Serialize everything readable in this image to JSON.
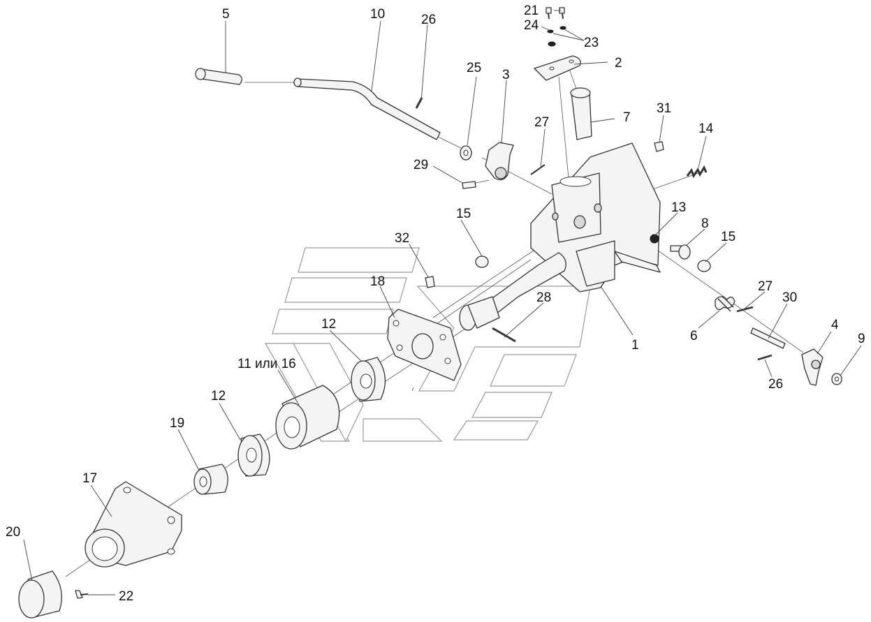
{
  "diagram": {
    "type": "exploded-parts-view",
    "callouts": [
      {
        "id": "c5",
        "text": "5"
      },
      {
        "id": "c10",
        "text": "10"
      },
      {
        "id": "c26a",
        "text": "26"
      },
      {
        "id": "c21",
        "text": "21"
      },
      {
        "id": "c24",
        "text": "24"
      },
      {
        "id": "c23",
        "text": "23"
      },
      {
        "id": "c2",
        "text": "2"
      },
      {
        "id": "c25",
        "text": "25"
      },
      {
        "id": "c3",
        "text": "3"
      },
      {
        "id": "c7",
        "text": "7"
      },
      {
        "id": "c31",
        "text": "31"
      },
      {
        "id": "c27a",
        "text": "27"
      },
      {
        "id": "c14",
        "text": "14"
      },
      {
        "id": "c29",
        "text": "29"
      },
      {
        "id": "c13",
        "text": "13"
      },
      {
        "id": "c8",
        "text": "8"
      },
      {
        "id": "c15a",
        "text": "15"
      },
      {
        "id": "c15b",
        "text": "15"
      },
      {
        "id": "c32",
        "text": "32"
      },
      {
        "id": "c18",
        "text": "18"
      },
      {
        "id": "c12a",
        "text": "12"
      },
      {
        "id": "c28",
        "text": "28"
      },
      {
        "id": "c27b",
        "text": "27"
      },
      {
        "id": "c30",
        "text": "30"
      },
      {
        "id": "c1",
        "text": "1"
      },
      {
        "id": "c6",
        "text": "6"
      },
      {
        "id": "c4",
        "text": "4"
      },
      {
        "id": "c9",
        "text": "9"
      },
      {
        "id": "c26b",
        "text": "26"
      },
      {
        "id": "c11",
        "text": "11 или 16"
      },
      {
        "id": "c12b",
        "text": "12"
      },
      {
        "id": "c19",
        "text": "19"
      },
      {
        "id": "c17",
        "text": "17"
      },
      {
        "id": "c20",
        "text": "20"
      },
      {
        "id": "c22",
        "text": "22"
      }
    ]
  }
}
